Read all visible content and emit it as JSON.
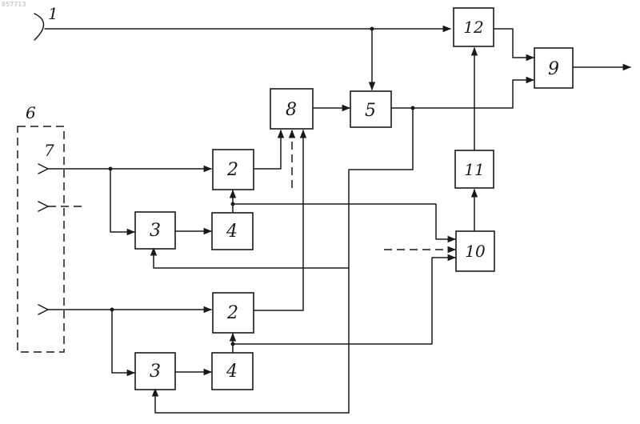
{
  "doc_id": "857713",
  "labels": {
    "antenna": "1",
    "box2_top": "2",
    "box2_bottom": "2",
    "box3_top": "3",
    "box3_bottom": "3",
    "box4_top": "4",
    "box4_bottom": "4",
    "box5": "5",
    "array": "6",
    "element7": "7",
    "box8": "8",
    "box9": "9",
    "box10": "10",
    "box11": "11",
    "box12": "12"
  },
  "colors": {
    "ink": "#1a1a1a",
    "paper": "#ffffff"
  }
}
